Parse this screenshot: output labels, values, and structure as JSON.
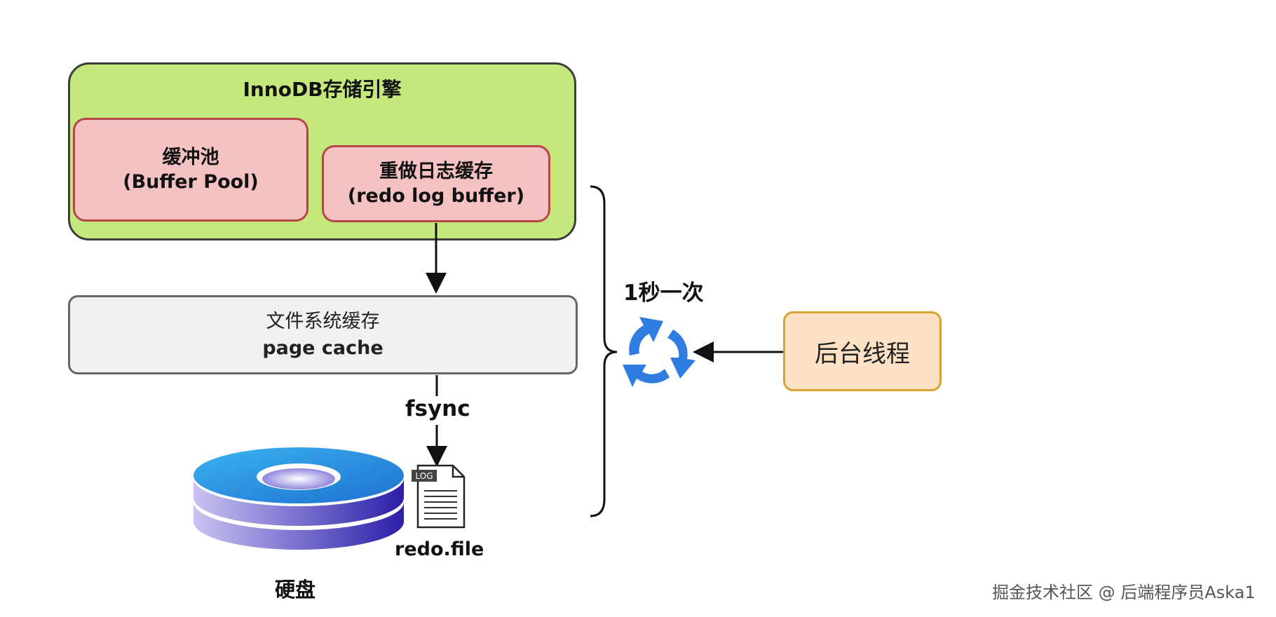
{
  "engine": {
    "title": "InnoDB存储引擎"
  },
  "buffer_pool": {
    "line1": "缓冲池",
    "line2": "(Buffer Pool)"
  },
  "redo_log_buffer": {
    "line1": "重做日志缓存",
    "line2": "(redo log buffer)"
  },
  "page_cache": {
    "line1": "文件系统缓存",
    "line2": "page cache"
  },
  "edges": {
    "fsync": "fsync",
    "frequency": "1秒一次"
  },
  "log_file": {
    "badge": "LOG",
    "name": "redo.file"
  },
  "disk": {
    "label": "硬盘"
  },
  "background_thread": {
    "label": "后台线程"
  },
  "watermark": "掘金技术社区 @ 后端程序员Aska1",
  "colors": {
    "engine_fill": "#c5e87c",
    "pink_fill": "#f4c2c2",
    "pink_border": "#b84545",
    "page_cache_fill": "#f1f1f1",
    "thread_fill": "#fde1c4",
    "thread_border": "#d7a334",
    "recycle_blue": "#2f7de1"
  }
}
